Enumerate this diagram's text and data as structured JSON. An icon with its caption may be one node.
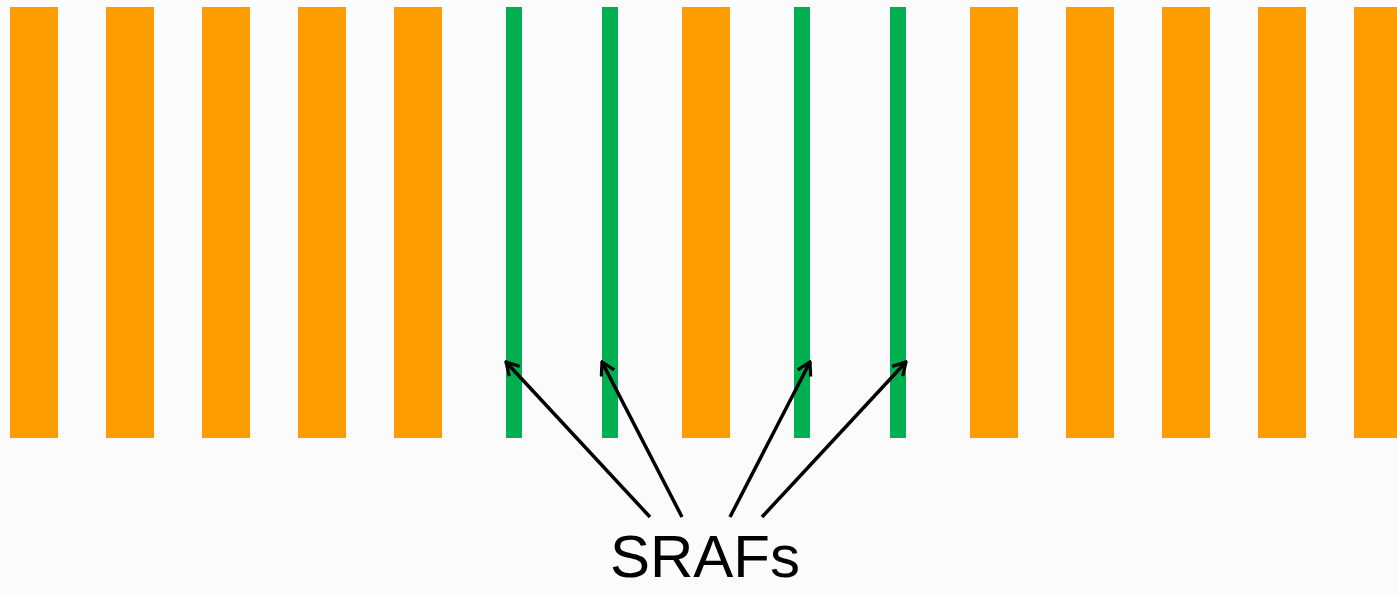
{
  "diagram": {
    "nodes": [
      {
        "text": [],
        "shape": "bar"
      },
      {
        "text": [],
        "shape": "bar"
      },
      {
        "text": [],
        "shape": "bar"
      },
      {
        "text": [],
        "shape": "bar"
      },
      {
        "text": [],
        "shape": "bar"
      },
      {
        "text": [],
        "shape": "line"
      },
      {
        "text": [],
        "shape": "line"
      },
      {
        "text": [],
        "shape": "bar"
      },
      {
        "text": [],
        "shape": "line"
      },
      {
        "text": [],
        "shape": "line"
      },
      {
        "text": [],
        "shape": "bar"
      },
      {
        "text": [],
        "shape": "bar"
      },
      {
        "text": [],
        "shape": "bar"
      },
      {
        "text": [],
        "shape": "bar"
      },
      {
        "text": [],
        "shape": "bar"
      },
      {
        "text": [
          "SRAFs"
        ]
      }
    ],
    "edges": [
      {
        "from": 15,
        "to": 5,
        "arrow": "to"
      },
      {
        "from": 15,
        "to": 6,
        "arrow": "to"
      },
      {
        "from": 15,
        "to": 8,
        "arrow": "to"
      },
      {
        "from": 15,
        "to": 9,
        "arrow": "to"
      }
    ]
  }
}
